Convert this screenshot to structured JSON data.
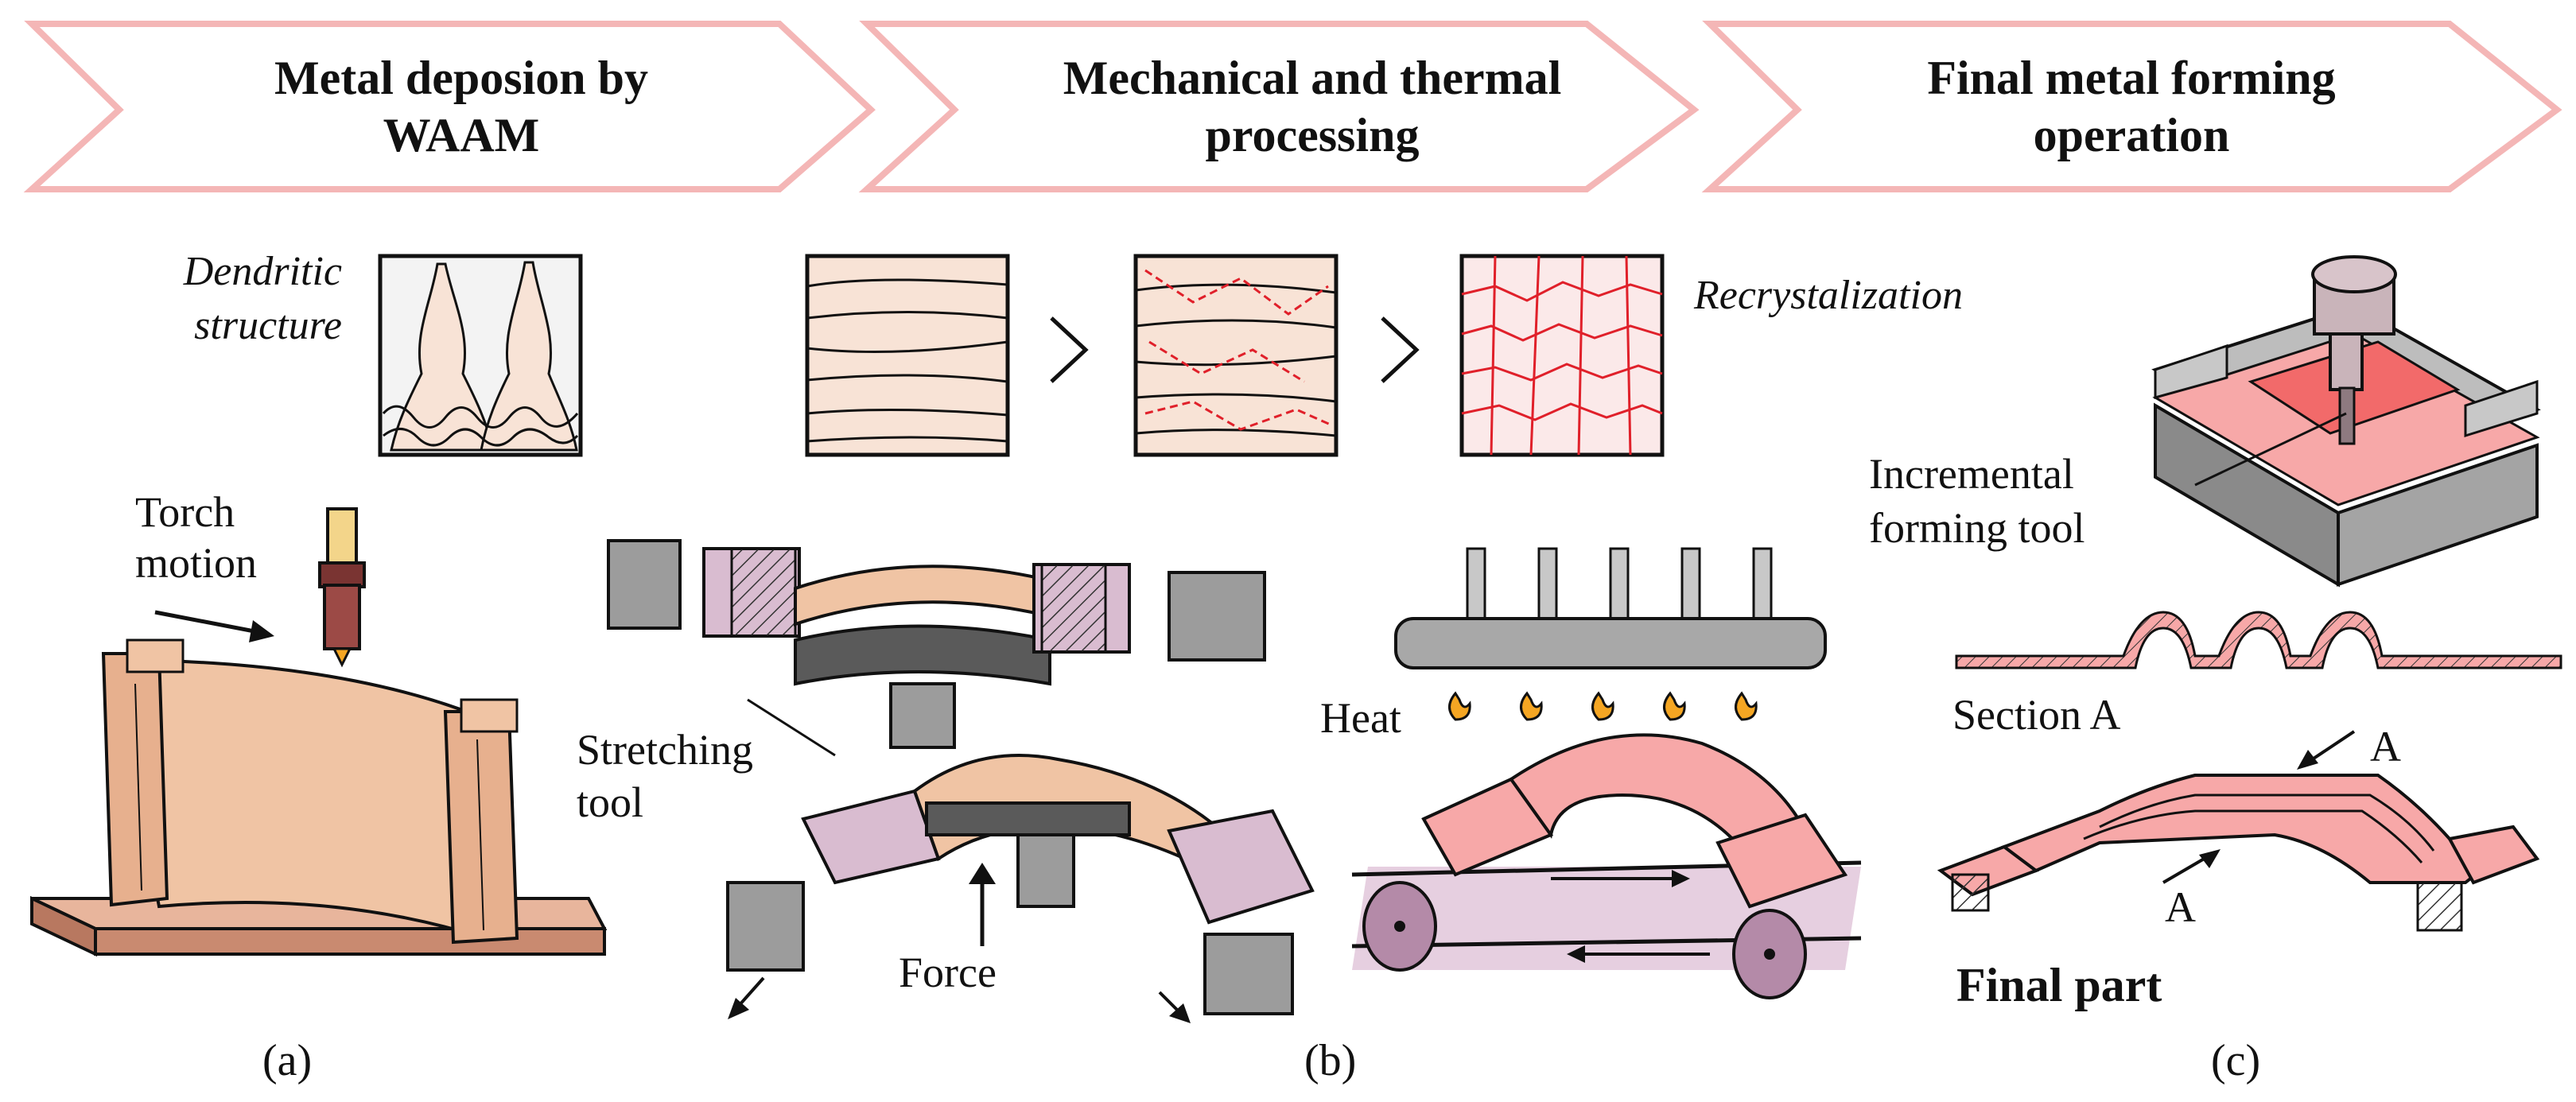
{
  "stages": [
    {
      "title": "Metal deposion by WAAM"
    },
    {
      "title": "Mechanical and thermal processing"
    },
    {
      "title": "Final metal forming operation"
    }
  ],
  "labels": {
    "dendritic": "Dendritic structure",
    "recrystalization": "Recrystalization",
    "torch": "Torch motion",
    "stretching_tool": "Stretching tool",
    "force": "Force",
    "heat": "Heat",
    "incremental_tool": "Incremental forming tool",
    "section_a": "Section A",
    "section_mark": "A",
    "final_part": "Final part"
  },
  "panels": [
    "(a)",
    "(b)",
    "(c)"
  ],
  "colors": {
    "chevron_stroke": "#f4b6b6",
    "wall_fill": "#f0c4a4",
    "base_fill": "#d8a58c",
    "grain_fill": "#f8e3d6",
    "recryst_line": "#e0202a",
    "pink_part": "#f7a8a8",
    "purple_clamp": "#d9bcd0",
    "steel_grey": "#9c9c9c",
    "dark_die": "#5a5a5a",
    "torch_body": "#9c4a46",
    "flame": "#f5a623"
  }
}
